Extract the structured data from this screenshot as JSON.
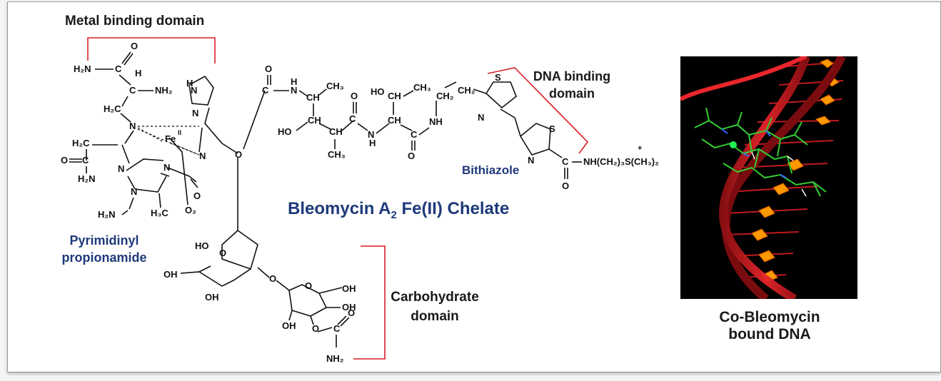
{
  "diagram": {
    "domains": {
      "metal_binding": "Metal binding domain",
      "dna_binding_line1": "DNA binding",
      "dna_binding_line2": "domain",
      "carbohydrate_line1": "Carbohydrate",
      "carbohydrate_line2": "domain",
      "pyrimidinyl_line1": "Pyrimidinyl",
      "pyrimidinyl_line2": "propionamide",
      "bithiazole": "Bithiazole"
    },
    "title": "Bleomycin A2 Fe(II) Chelate",
    "title_parts": {
      "pre": "Bleomycin A",
      "sub": "2",
      "post": " Fe(II) Chelate"
    },
    "inset_caption_line1": "Co-Bleomycin",
    "inset_caption_line2": "bound DNA",
    "colors": {
      "bracket": "#d81f26",
      "label_blue": "#1f3a7a",
      "dna_strand": "#d81f26",
      "dna_base": "#ff9900",
      "ligand": "#33cc33"
    }
  }
}
